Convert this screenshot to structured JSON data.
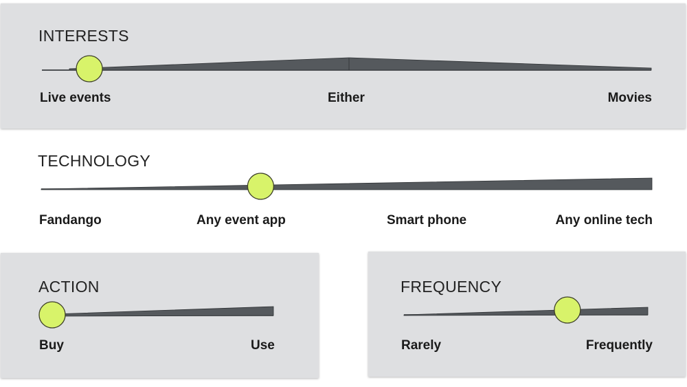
{
  "colors": {
    "panel_bg": "#dedfe1",
    "bar_fill": "#55595d",
    "knob_fill": "#d8f36a",
    "text": "#1a1a1a"
  },
  "interests": {
    "title": "INTERESTS",
    "labels": [
      "Live events",
      "Either",
      "Movies"
    ],
    "position": 0.05
  },
  "technology": {
    "title": "TECHNOLOGY",
    "labels": [
      "Fandango",
      "Any event app",
      "Smart phone",
      "Any online tech"
    ],
    "position": 0.36
  },
  "action": {
    "title": "ACTION",
    "labels": [
      "Buy",
      "Use"
    ],
    "position": 0.0
  },
  "frequency": {
    "title": "FREQUENCY",
    "labels": [
      "Rarely",
      "Frequently"
    ],
    "position": 0.67
  }
}
